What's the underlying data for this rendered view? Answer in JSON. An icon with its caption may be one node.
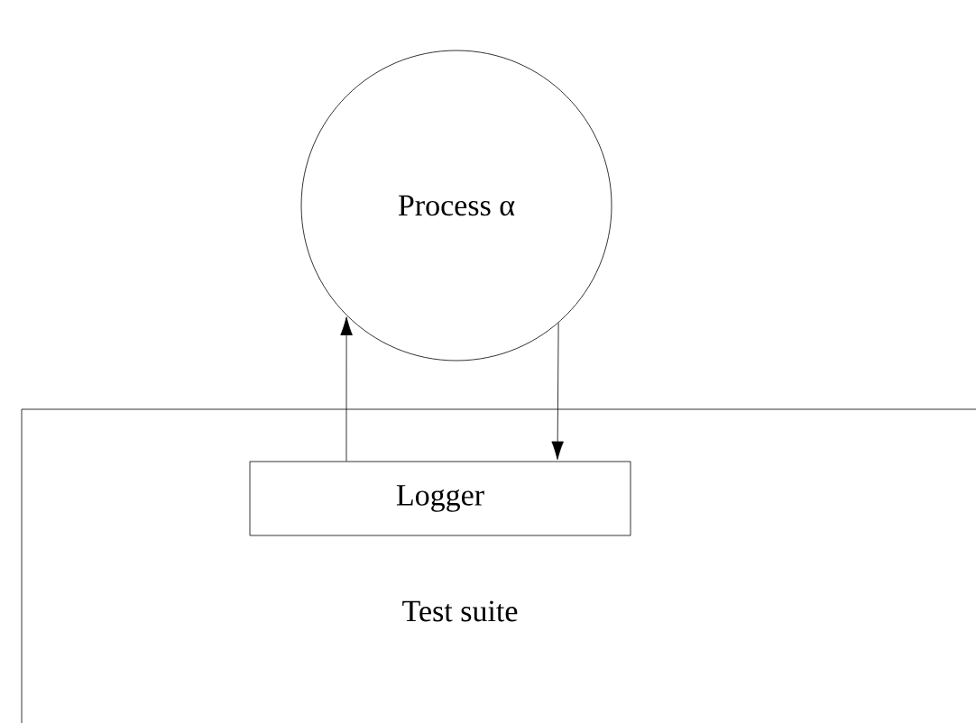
{
  "diagram": {
    "nodes": [
      {
        "text": [
          "Process α"
        ]
      },
      {
        "text": [
          "Test suite"
        ]
      },
      {
        "text": [
          "Logger"
        ],
        "in": 1
      }
    ],
    "edges": [
      {
        "from": 2,
        "to": 0,
        "arrow": "to"
      },
      {
        "from": 0,
        "to": 2,
        "arrow": "to"
      }
    ]
  }
}
